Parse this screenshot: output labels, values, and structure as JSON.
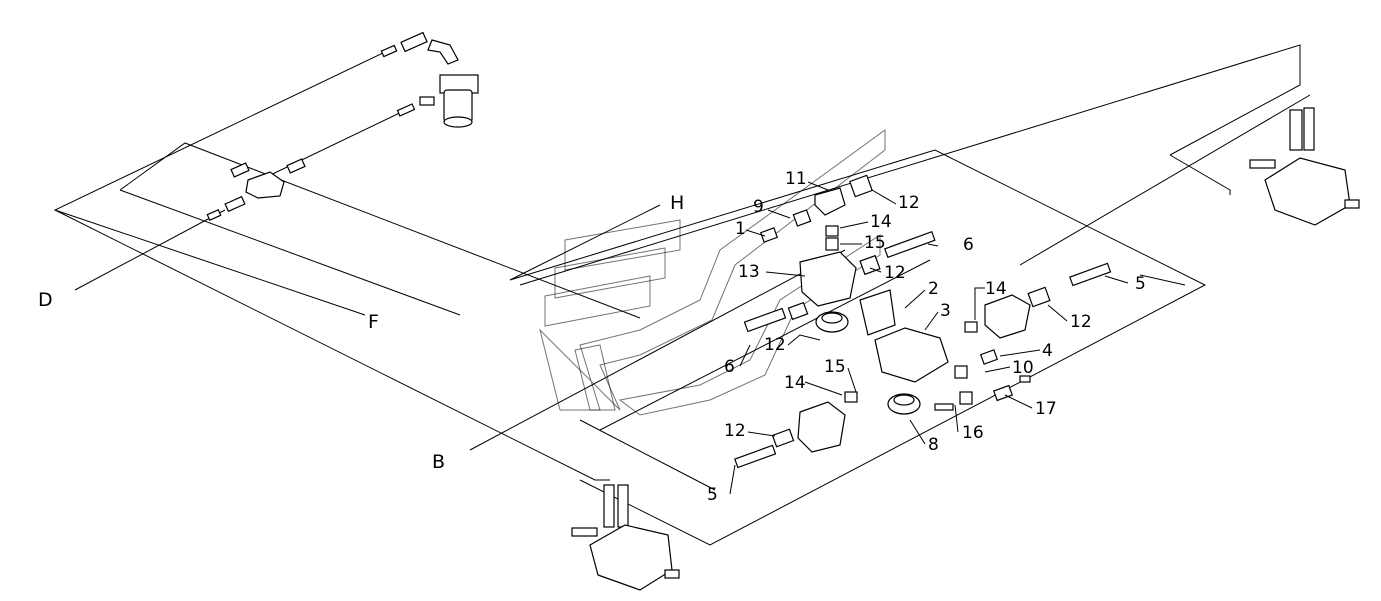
{
  "diagram": {
    "references": [
      {
        "id": "ref-d",
        "label": "D"
      },
      {
        "id": "ref-f",
        "label": "F"
      },
      {
        "id": "ref-h",
        "label": "H"
      },
      {
        "id": "ref-b",
        "label": "B"
      }
    ],
    "callouts": [
      {
        "id": "c11",
        "label": "11"
      },
      {
        "id": "c12a",
        "label": "12"
      },
      {
        "id": "c9",
        "label": "9"
      },
      {
        "id": "c1",
        "label": "1"
      },
      {
        "id": "c14a",
        "label": "14"
      },
      {
        "id": "c15a",
        "label": "15"
      },
      {
        "id": "c6a",
        "label": "6"
      },
      {
        "id": "c13",
        "label": "13"
      },
      {
        "id": "c12b",
        "label": "12"
      },
      {
        "id": "c2",
        "label": "2"
      },
      {
        "id": "c5a",
        "label": "5"
      },
      {
        "id": "c14b",
        "label": "14"
      },
      {
        "id": "c3",
        "label": "3"
      },
      {
        "id": "c12c",
        "label": "12"
      },
      {
        "id": "c12d",
        "label": "12"
      },
      {
        "id": "c6b",
        "label": "6"
      },
      {
        "id": "c4",
        "label": "4"
      },
      {
        "id": "c15b",
        "label": "15"
      },
      {
        "id": "c10",
        "label": "10"
      },
      {
        "id": "c14c",
        "label": "14"
      },
      {
        "id": "c17",
        "label": "17"
      },
      {
        "id": "c12e",
        "label": "12"
      },
      {
        "id": "c16",
        "label": "16"
      },
      {
        "id": "c8",
        "label": "8"
      },
      {
        "id": "c5b",
        "label": "5"
      }
    ]
  }
}
